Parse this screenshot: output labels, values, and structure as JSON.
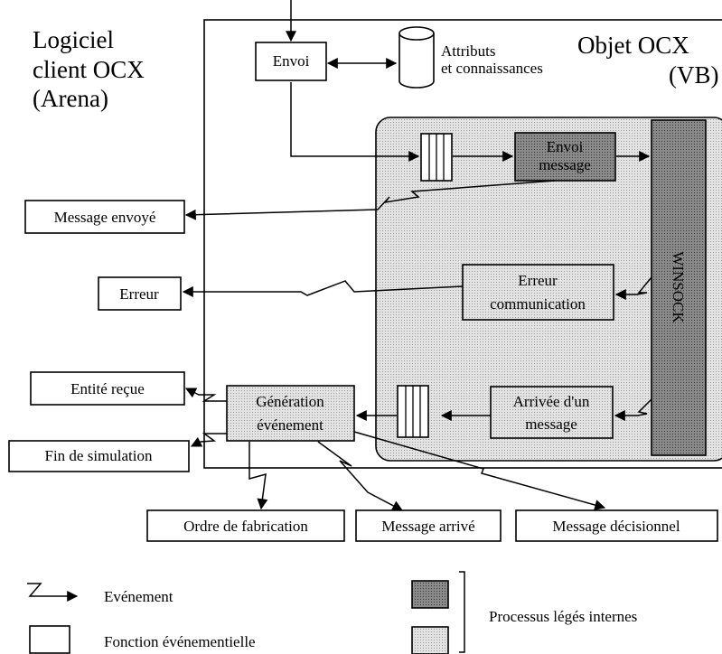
{
  "labels": {
    "client_title_line1": "Logiciel",
    "client_title_line2": "client OCX",
    "client_title_line3": "(Arena)",
    "object_title_line1": "Objet OCX",
    "object_title_line2": "(VB)",
    "envoi": "Envoi",
    "attributs_line1": "Attributs",
    "attributs_line2": "et connaissances",
    "envoi_message_line1": "Envoi",
    "envoi_message_line2": "message",
    "winsock": "WINSOCK",
    "erreur_comm_line1": "Erreur",
    "erreur_comm_line2": "communication",
    "arrivee_line1": "Arrivée d'un",
    "arrivee_line2": "message",
    "generation_line1": "Génération",
    "generation_line2": "événement",
    "message_envoye": "Message envoyé",
    "erreur": "Erreur",
    "entite_recue": "Entité reçue",
    "fin_simulation": "Fin de simulation",
    "ordre_fabrication": "Ordre de fabrication",
    "message_arrive": "Message arrivé",
    "message_decisionnel": "Message décisionnel"
  },
  "legend": {
    "evenement": "Evénement",
    "fonction_evenementielle": "Fonction événementielle",
    "processus_legers": "Processus légés internes"
  },
  "colors": {
    "light_process_fill": "#dcdcdc",
    "dark_process_fill": "#808080",
    "winsock_fill": "#7a7a7a"
  }
}
